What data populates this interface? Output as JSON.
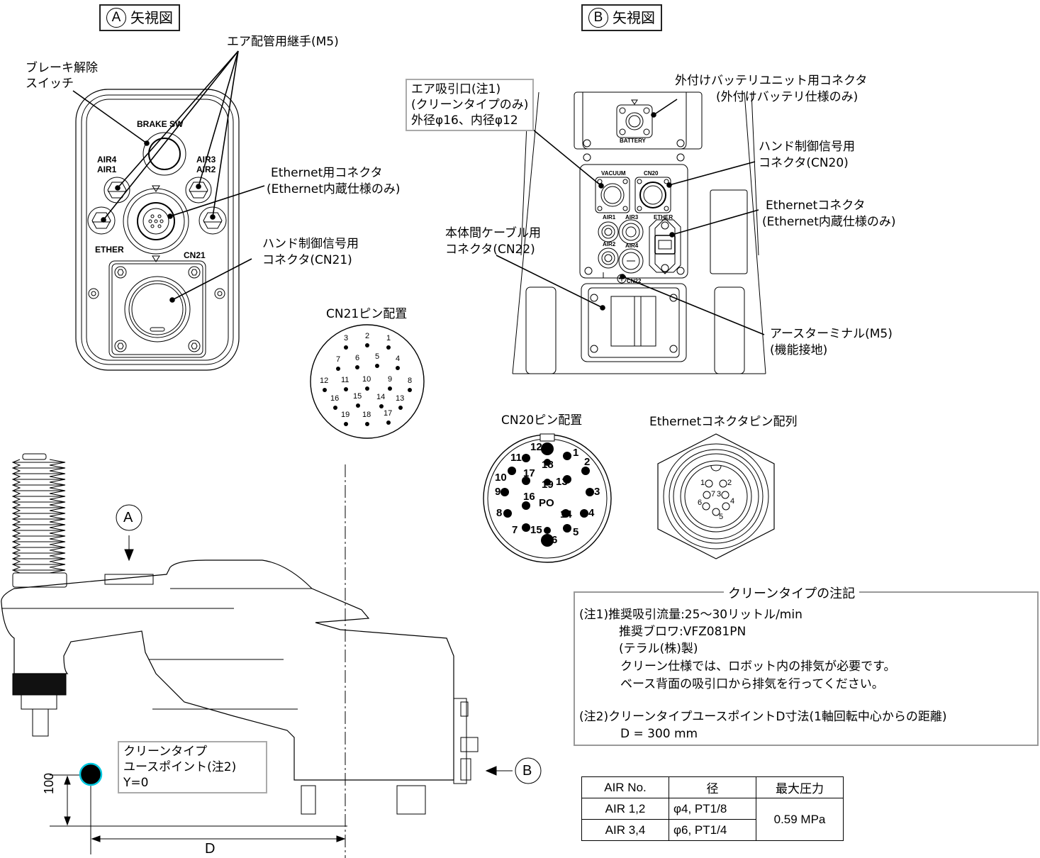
{
  "views": {
    "view_a": {
      "marker": "A",
      "title": "矢視図"
    },
    "view_b": {
      "marker": "B",
      "title": "矢視図"
    }
  },
  "view_a_labels": {
    "air_fitting": "エア配管用継手(M5)",
    "brake_release_line1": "ブレーキ解除",
    "brake_release_line2": "スイッチ",
    "ethernet_connector_line1": "Ethernet用コネクタ",
    "ethernet_connector_line2": "(Ethernet内蔵仕様のみ)",
    "hand_signal_line1": "ハンド制御信号用",
    "hand_signal_line2": "コネクタ(CN21)",
    "panel_brake_sw": "BRAKE  SW",
    "panel_air4": "AIR4",
    "panel_air1": "AIR1",
    "panel_air3": "AIR3",
    "panel_air2": "AIR2",
    "panel_ether": "ETHER",
    "panel_cn21": "CN21"
  },
  "view_b_labels": {
    "air_suction_line1": "エア吸引口(注1)",
    "air_suction_line2": "(クリーンタイプのみ)",
    "air_suction_line3": "外径φ16、内径φ12",
    "battery_connector_line1": "外付けバッテリユニット用コネクタ",
    "battery_connector_line2": "(外付けバッテリ仕様のみ)",
    "hand_signal_line1": "ハンド制御信号用",
    "hand_signal_line2": "コネクタ(CN20)",
    "ethernet_line1": "Ethernetコネクタ",
    "ethernet_line2": "(Ethernet内蔵仕様のみ)",
    "body_cable_line1": "本体間ケーブル用",
    "body_cable_line2": "コネクタ(CN22)",
    "earth_line1": "アースターミナル(M5)",
    "earth_line2": "(機能接地)",
    "panel_battery": "BATTERY",
    "panel_vacuum": "VACUUM",
    "panel_cn20": "CN20",
    "panel_air1": "AIR1",
    "panel_air3": "AIR3",
    "panel_air2": "AIR2",
    "panel_air4": "AIR4",
    "panel_ether": "ETHER",
    "panel_cn22": "CN22"
  },
  "cn21_pinout": {
    "title": "CN21ピン配置",
    "pins": [
      "1",
      "2",
      "3",
      "4",
      "5",
      "6",
      "7",
      "8",
      "9",
      "10",
      "11",
      "12",
      "13",
      "14",
      "15",
      "16",
      "17",
      "18",
      "19"
    ]
  },
  "cn20_pinout": {
    "title": "CN20ピン配置",
    "pins": [
      "1",
      "2",
      "3",
      "4",
      "5",
      "6",
      "7",
      "8",
      "9",
      "10",
      "11",
      "12",
      "13",
      "14",
      "15",
      "16",
      "17",
      "18",
      "19",
      "PO"
    ]
  },
  "ethernet_pinout": {
    "title": "Ethernetコネクタピン配列",
    "pins": [
      "1",
      "2",
      "3",
      "4",
      "5",
      "6",
      "7"
    ]
  },
  "side_view": {
    "marker_a": "A",
    "marker_b": "B",
    "use_point_line1": "クリーンタイプ",
    "use_point_line2": "ユースポイント(注2)",
    "use_point_line3": "Y=0",
    "dim_height": "100",
    "dim_d": "D",
    "use_point_color": "#00c8e0"
  },
  "notes": {
    "title": "クリーンタイプの注記",
    "lines": [
      "(注1)推奨吸引流量:25～30リットル/min",
      "推奨ブロワ:VFZ081PN",
      "(テラル(株)製)",
      "クリーン仕様では、ロボット内の排気が必要です。",
      "ベース背面の吸引口から排気を行ってください。",
      "(注2)クリーンタイプユースポイントD寸法(1軸回転中心からの距離)",
      "D = 300 mm"
    ]
  },
  "air_table": {
    "headers": [
      "AIR No.",
      "径",
      "最大圧力"
    ],
    "rows": [
      {
        "air_no": "AIR 1,2",
        "diameter": "φ4, PT1/8"
      },
      {
        "air_no": "AIR 3,4",
        "diameter": "φ6, PT1/4"
      }
    ],
    "max_pressure": "0.59 MPa"
  }
}
